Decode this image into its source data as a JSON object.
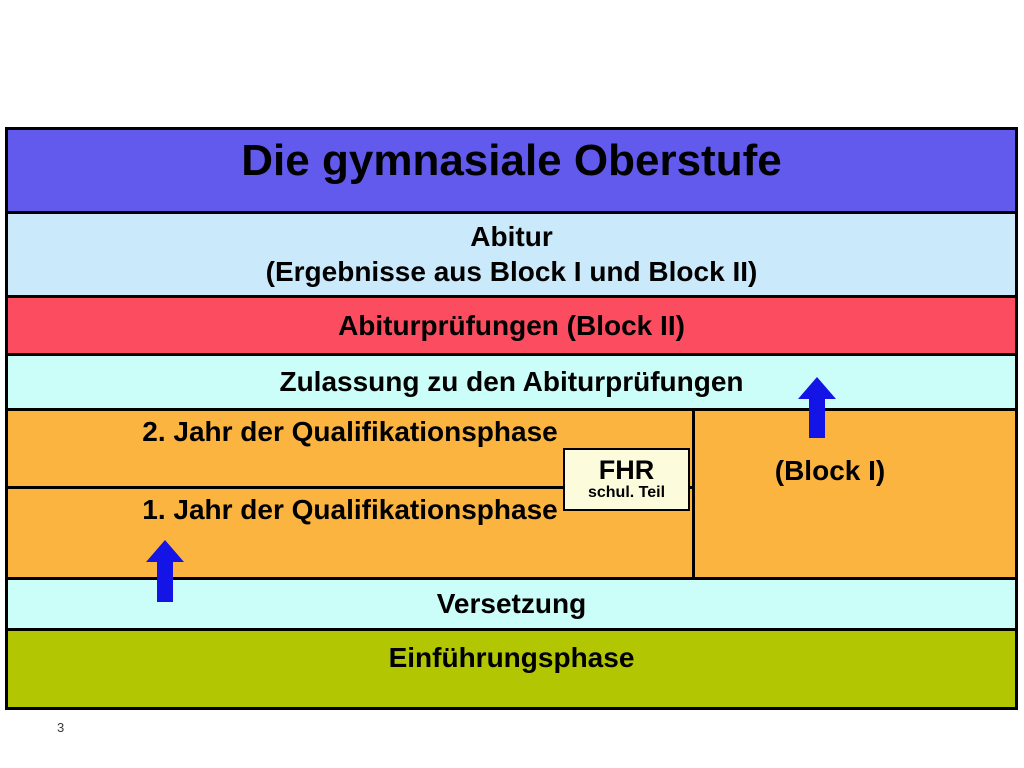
{
  "slide": {
    "title": "Die gymnasiale Oberstufe",
    "page_number": "3"
  },
  "abitur_row": {
    "line1": "Abitur",
    "line2": "(Ergebnisse aus Block I und Block II)"
  },
  "block2_row": {
    "label": "Abiturprüfungen (Block II)"
  },
  "zulassung_row": {
    "label": "Zulassung zu den Abiturprüfungen"
  },
  "qualifikation": {
    "year2_label": "2. Jahr der Qualifikationsphase",
    "year1_label": "1. Jahr der Qualifikationsphase",
    "block1_label": "(Block I)",
    "fhr": {
      "title": "FHR",
      "subtitle": "schul. Teil"
    }
  },
  "versetzung_row": {
    "label": "Versetzung"
  },
  "einfuehrung_row": {
    "label": "Einführungsphase"
  },
  "icons": {
    "up_arrow": "upward-pointing block arrow"
  },
  "colors": {
    "title_bg": "#615AEC",
    "abitur_bg": "#CAE9FA",
    "block2_bg": "#FC4C60",
    "pale_cyan_bg": "#CCFEF9",
    "quali_bg": "#FBB43F",
    "einfuehrung_bg": "#B2C702",
    "fhr_bg": "#FCFCDC",
    "arrow_blue": "#1414E6",
    "border": "#000000",
    "text": "#000000"
  }
}
